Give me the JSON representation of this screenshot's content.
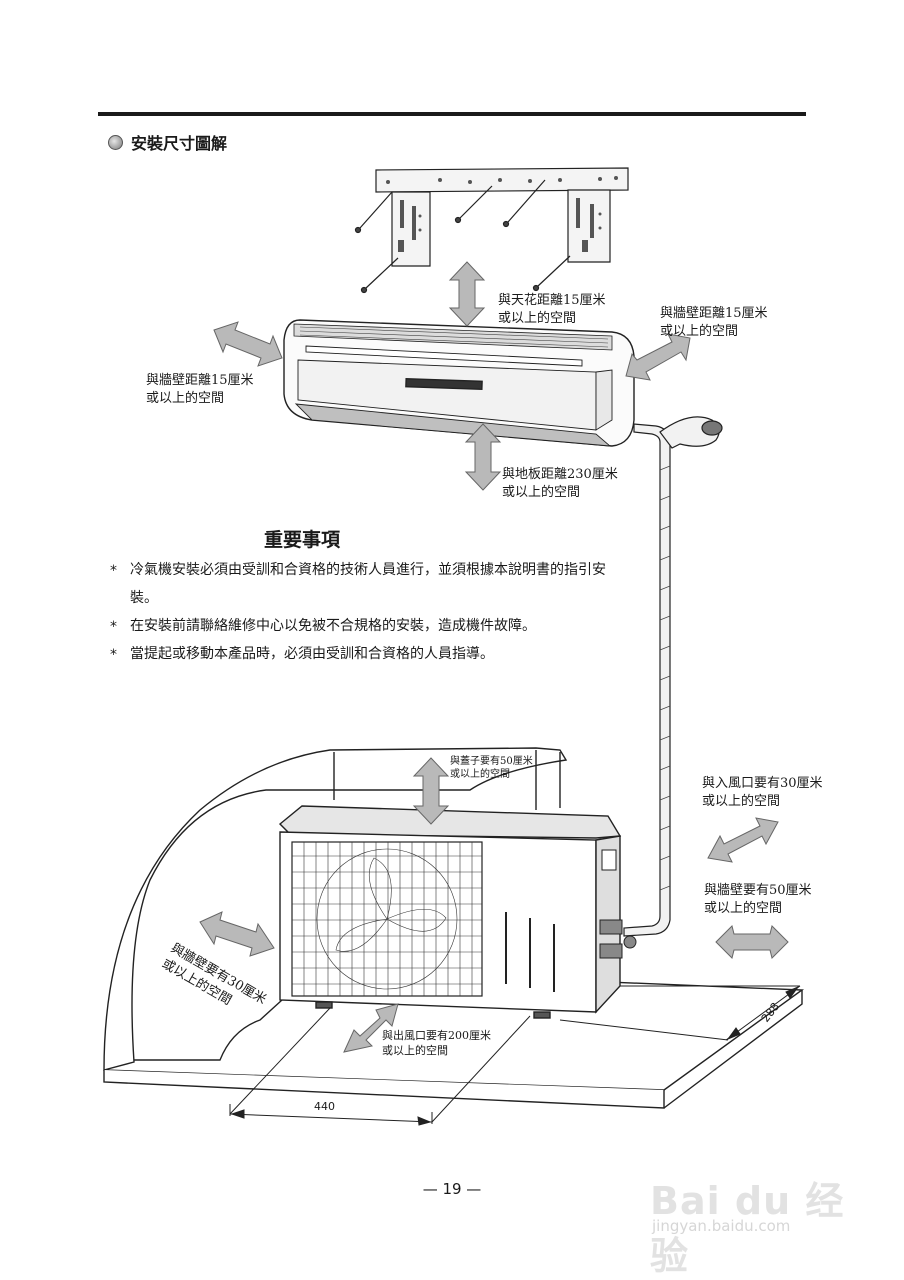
{
  "section_title": "安裝尺寸圖解",
  "indoor_labels": {
    "ceiling": [
      "與天花距離15厘米",
      "或以上的空間"
    ],
    "wall_right": [
      "與牆壁距離15厘米",
      "或以上的空間"
    ],
    "wall_left": [
      "與牆壁距離15厘米",
      "或以上的空間"
    ],
    "floor": [
      "與地板距離230厘米",
      "或以上的空間"
    ]
  },
  "important": {
    "title": "重要事項",
    "notes": [
      "冷氣機安裝必須由受訓和合資格的技術人員進行，並須根據本說明書的指引安裝。",
      "在安裝前請聯絡維修中心以免被不合規格的安裝，造成機件故障。",
      "當提起或移動本產品時，必須由受訓和合資格的人員指導。"
    ],
    "bullet": "*"
  },
  "outdoor_labels": {
    "top": [
      "與蓋子要有50厘米",
      "或以上的空間"
    ],
    "inlet": [
      "與入風口要有30厘米",
      "或以上的空間"
    ],
    "wall_right": [
      "與牆壁要有50厘米",
      "或以上的空間"
    ],
    "wall_left": [
      "與牆壁要有30厘米",
      "或以上的空間"
    ],
    "outlet": [
      "與出風口要有200厘米",
      "或以上的空間"
    ]
  },
  "dimensions": {
    "width": "440",
    "depth": "288"
  },
  "page_number": "— 19 —",
  "watermark": {
    "logo": "Bai du 经验",
    "url": "jingyan.baidu.com"
  }
}
